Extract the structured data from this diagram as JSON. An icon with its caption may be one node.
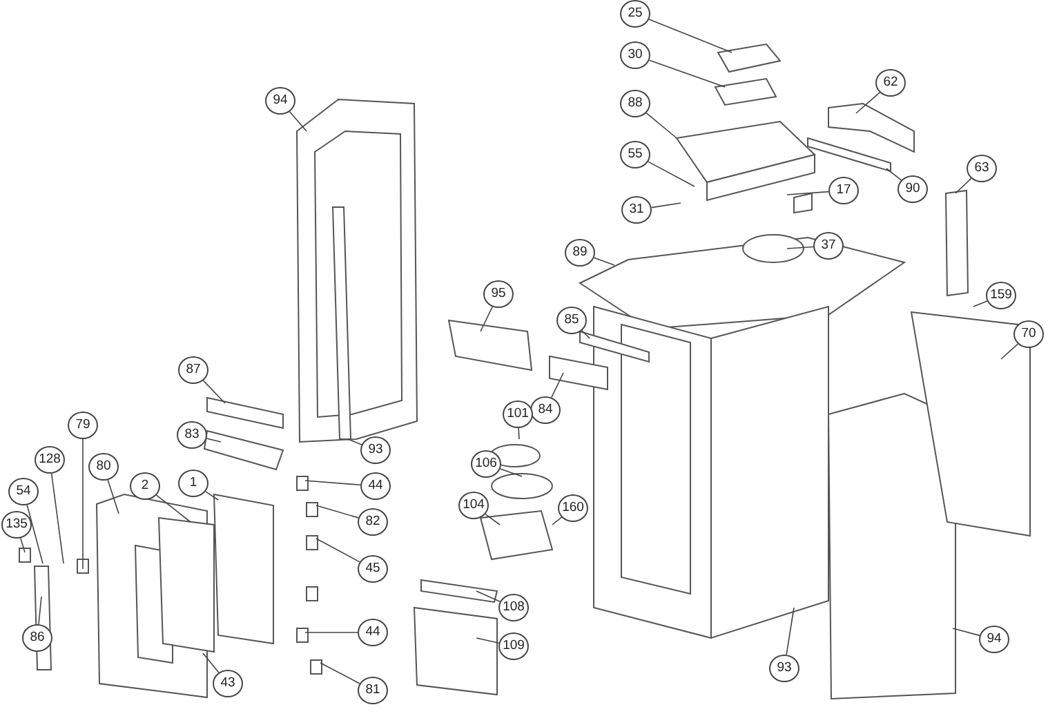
{
  "diagram": {
    "nodes": [
      {
        "text": [
          "25"
        ]
      },
      {
        "text": [
          "30"
        ]
      },
      {
        "text": [
          "62"
        ]
      },
      {
        "text": [
          "94"
        ]
      },
      {
        "text": [
          "88"
        ]
      },
      {
        "text": [
          "55"
        ]
      },
      {
        "text": [
          "63"
        ]
      },
      {
        "text": [
          "90"
        ]
      },
      {
        "text": [
          "17"
        ]
      },
      {
        "text": [
          "31"
        ]
      },
      {
        "text": [
          "37"
        ]
      },
      {
        "text": [
          "89"
        ]
      },
      {
        "text": [
          "95"
        ]
      },
      {
        "text": [
          "159"
        ]
      },
      {
        "text": [
          "85"
        ]
      },
      {
        "text": [
          "70"
        ]
      },
      {
        "text": [
          "87"
        ]
      },
      {
        "text": [
          "84"
        ]
      },
      {
        "text": [
          "101"
        ]
      },
      {
        "text": [
          "79"
        ]
      },
      {
        "text": [
          "83"
        ]
      },
      {
        "text": [
          "93"
        ]
      },
      {
        "text": [
          "106"
        ]
      },
      {
        "text": [
          "128"
        ]
      },
      {
        "text": [
          "80"
        ]
      },
      {
        "text": [
          "1"
        ]
      },
      {
        "text": [
          "44"
        ]
      },
      {
        "text": [
          "2"
        ]
      },
      {
        "text": [
          "54"
        ]
      },
      {
        "text": [
          "104"
        ]
      },
      {
        "text": [
          "160"
        ]
      },
      {
        "text": [
          "82"
        ]
      },
      {
        "text": [
          "135"
        ]
      },
      {
        "text": [
          "45"
        ]
      },
      {
        "text": [
          "108"
        ]
      },
      {
        "text": [
          "44"
        ]
      },
      {
        "text": [
          "94"
        ]
      },
      {
        "text": [
          "86"
        ]
      },
      {
        "text": [
          "109"
        ]
      },
      {
        "text": [
          "93"
        ]
      },
      {
        "text": [
          "43"
        ]
      },
      {
        "text": [
          "81"
        ]
      }
    ],
    "edges": [
      {
        "from": 0,
        "to": null,
        "arrow": "none"
      },
      {
        "from": 1,
        "to": null,
        "arrow": "none"
      },
      {
        "from": 2,
        "to": null,
        "arrow": "none"
      },
      {
        "from": 3,
        "to": null,
        "arrow": "none"
      },
      {
        "from": 4,
        "to": null,
        "arrow": "none"
      },
      {
        "from": 5,
        "to": null,
        "arrow": "none"
      },
      {
        "from": 6,
        "to": null,
        "arrow": "none"
      },
      {
        "from": 7,
        "to": null,
        "arrow": "none"
      },
      {
        "from": 8,
        "to": null,
        "arrow": "none"
      },
      {
        "from": 9,
        "to": null,
        "arrow": "none"
      },
      {
        "from": 10,
        "to": null,
        "arrow": "none"
      },
      {
        "from": 11,
        "to": null,
        "arrow": "none"
      },
      {
        "from": 12,
        "to": null,
        "arrow": "none"
      },
      {
        "from": 13,
        "to": null,
        "arrow": "none"
      },
      {
        "from": 14,
        "to": null,
        "arrow": "none"
      },
      {
        "from": 15,
        "to": null,
        "arrow": "none"
      },
      {
        "from": 16,
        "to": null,
        "arrow": "none"
      },
      {
        "from": 17,
        "to": null,
        "arrow": "none"
      },
      {
        "from": 18,
        "to": null,
        "arrow": "none"
      },
      {
        "from": 19,
        "to": null,
        "arrow": "none"
      },
      {
        "from": 20,
        "to": null,
        "arrow": "none"
      },
      {
        "from": 21,
        "to": null,
        "arrow": "none"
      },
      {
        "from": 22,
        "to": null,
        "arrow": "none"
      },
      {
        "from": 23,
        "to": null,
        "arrow": "none"
      },
      {
        "from": 24,
        "to": null,
        "arrow": "none"
      },
      {
        "from": 25,
        "to": null,
        "arrow": "none"
      },
      {
        "from": 26,
        "to": null,
        "arrow": "none"
      },
      {
        "from": 27,
        "to": null,
        "arrow": "none"
      },
      {
        "from": 28,
        "to": null,
        "arrow": "none"
      },
      {
        "from": 29,
        "to": null,
        "arrow": "none"
      },
      {
        "from": 30,
        "to": null,
        "arrow": "none"
      },
      {
        "from": 31,
        "to": null,
        "arrow": "none"
      },
      {
        "from": 32,
        "to": null,
        "arrow": "none"
      },
      {
        "from": 33,
        "to": null,
        "arrow": "none"
      },
      {
        "from": 34,
        "to": null,
        "arrow": "none"
      },
      {
        "from": 35,
        "to": null,
        "arrow": "none"
      },
      {
        "from": 36,
        "to": null,
        "arrow": "none"
      },
      {
        "from": 37,
        "to": null,
        "arrow": "none"
      },
      {
        "from": 38,
        "to": null,
        "arrow": "none"
      },
      {
        "from": 39,
        "to": null,
        "arrow": "none"
      },
      {
        "from": 40,
        "to": null,
        "arrow": "none"
      },
      {
        "from": 41,
        "to": null,
        "arrow": "none"
      }
    ]
  }
}
